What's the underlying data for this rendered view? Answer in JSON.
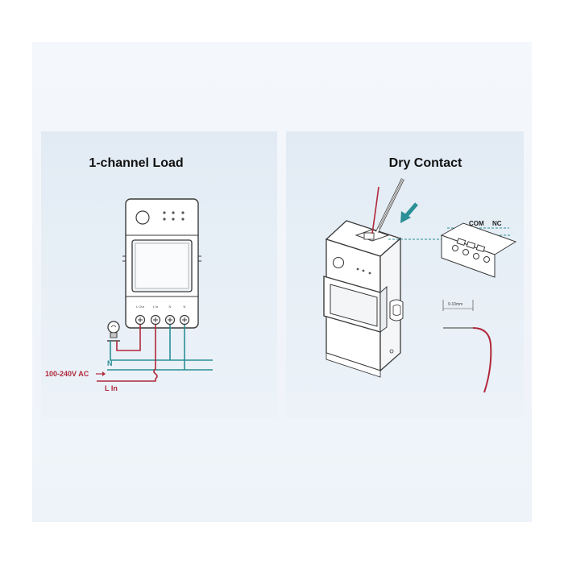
{
  "panels": {
    "left": {
      "title": "1-channel Load"
    },
    "right": {
      "title": "Dry Contact"
    }
  },
  "left_diagram": {
    "terminal_labels": [
      "L Out",
      "L In",
      "N",
      "N"
    ],
    "voltage_label": "100-240V AC",
    "neutral_label": "N",
    "line_in_label": "L In"
  },
  "right_diagram": {
    "com_label": "COM",
    "nc_label": "NC",
    "strip_length_label": "9-10mm"
  },
  "colors": {
    "line_red": "#b0283a",
    "neutral_teal": "#2a8f96",
    "device_outline": "#3a3a3a",
    "device_fill": "#ffffff"
  }
}
